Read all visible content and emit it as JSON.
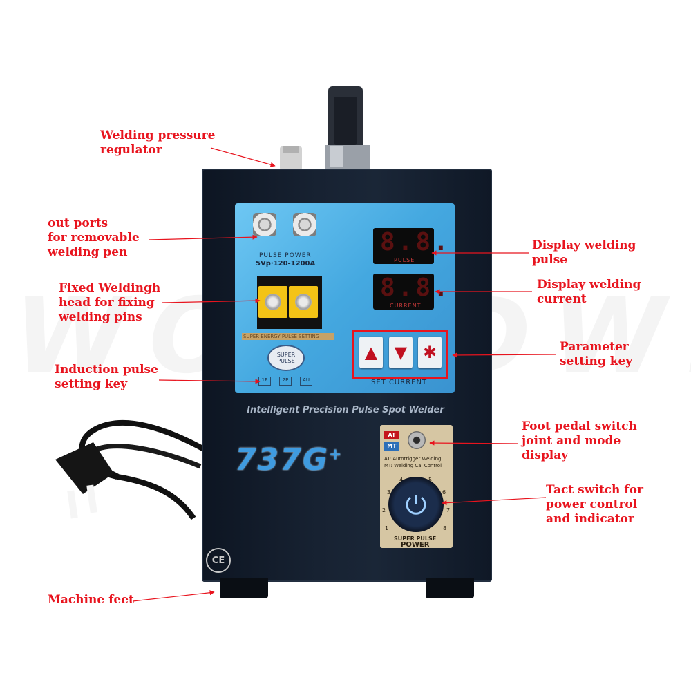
{
  "colors": {
    "callout": "#e8141e",
    "panel_blue": "#4aaee4",
    "machine_body": "#172232",
    "model_text": "#3f9be0"
  },
  "callouts": {
    "welding_pressure": "Welding pressure\nregulator",
    "out_ports": "out ports\nfor removable\nwelding pen",
    "fixed_head": "Fixed Weldingh\nhead for fixing\nwelding pins",
    "induction_key": "Induction pulse\nsetting key",
    "display_pulse": "Display welding\npulse",
    "display_current": "Display welding\ncurrent",
    "parameter_key": "Parameter\nsetting key",
    "foot_pedal": "Foot pedal switch\njoint and mode\ndisplay",
    "tact_switch": "Tact switch for\npower control\nand indicator",
    "machine_feet": "Machine feet"
  },
  "panel": {
    "pulse_power": "PULSE POWER",
    "spec": "5Vp·120-1200A",
    "pulse_label": "PULSE",
    "current_label": "CURRENT",
    "digits_pulse": "8.8.",
    "digits_current": "8.8.",
    "energy_strip": "SUPER ENERGY PULSE SETTING",
    "super_pulse": "SUPER\nPULSE",
    "set_current": "SET CURRENT",
    "small_keys": [
      "1P",
      "2P",
      "AU"
    ],
    "key_up": "▲",
    "key_down": "▼",
    "key_star": "✱"
  },
  "title_strip": "Intelligent Precision Pulse Spot Welder",
  "model": {
    "main": "737G",
    "sup": "+"
  },
  "mode_panel": {
    "at": "AT",
    "mt": "MT",
    "at_desc": "AT: Autotrigger Welding",
    "mt_desc": "MT: Welding Cal Control",
    "scale": [
      "1",
      "2",
      "3",
      "4",
      "5",
      "6",
      "7",
      "8"
    ],
    "super_pulse": "SUPER PULSE",
    "power": "POWER"
  },
  "certification": "CE",
  "watermark": "WORLDWIDE"
}
